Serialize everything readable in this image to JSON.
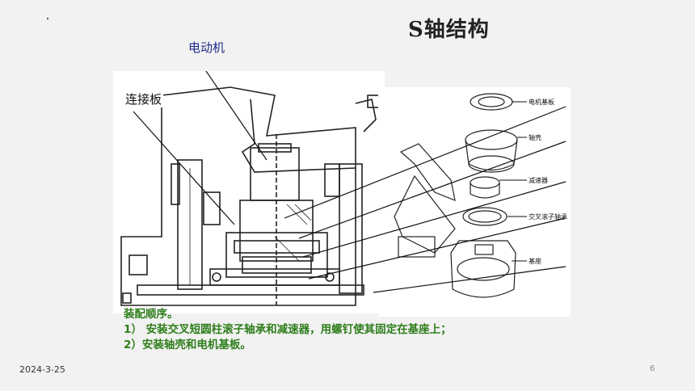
{
  "slide": {
    "title": "S轴结构",
    "labels": {
      "motor": "电动机",
      "connecting_plate": "连接板"
    },
    "exploded_parts": [
      "电机基板",
      "轴壳",
      "减速器",
      "交叉滚子轴承",
      "基座"
    ],
    "assembly": {
      "heading": "装配顺序。",
      "step1": "1）  安装交叉短圆柱滚子轴承和减速器，用螺钉使其固定在基座上；",
      "step2": "2）安装轴壳和电机基板。"
    },
    "footer": {
      "date": "2024-3-25",
      "page": "6"
    }
  }
}
